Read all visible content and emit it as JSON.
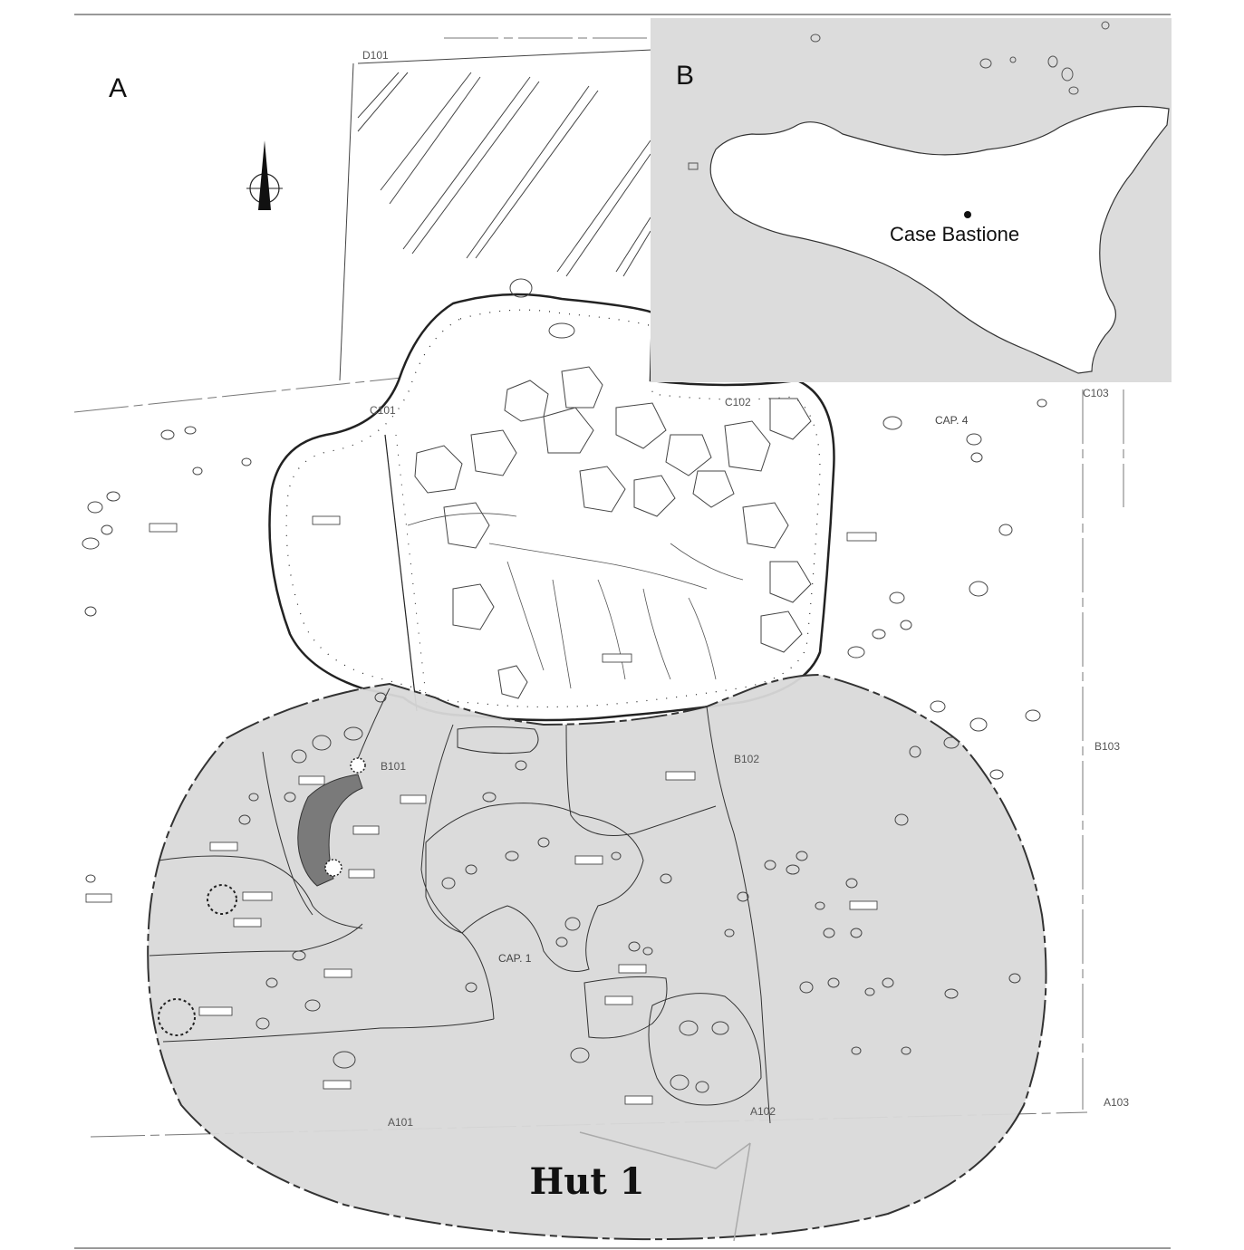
{
  "panels": {
    "a_label": "A",
    "b_label": "B"
  },
  "inset_map": {
    "site_name": "Case Bastione",
    "land_color": "#ffffff",
    "sea_color": "#dcdcdc"
  },
  "grid_labels": {
    "d101": "D101",
    "c101": "C101",
    "c102": "C102",
    "c103": "C103",
    "b101": "B101",
    "b102": "B102",
    "b103": "B103",
    "a101": "A101",
    "a102": "A102",
    "a103": "A103"
  },
  "cap_labels": {
    "cap4": "CAP. 4",
    "cap1": "CAP. 1"
  },
  "hut_label": "Hut 1",
  "colors": {
    "hut_fill": "#d9d9d9",
    "dark_feature": "#7a7a7a",
    "line": "#333333"
  },
  "icons": {
    "north_arrow": "north-arrow-icon"
  }
}
